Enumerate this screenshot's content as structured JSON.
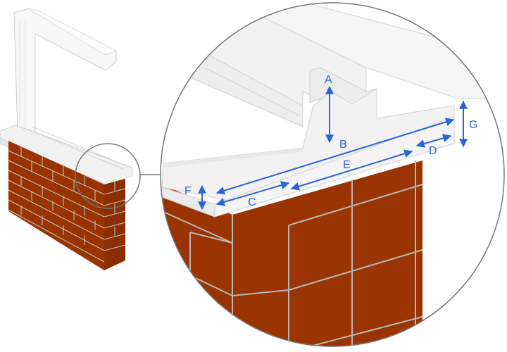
{
  "colors": {
    "brick": "#993300",
    "mortar": "#b7b7b7",
    "sill": "#f2f2f2",
    "sill_edge": "#d9d9d9",
    "frame": "#f7f7f7",
    "outline": "#888888",
    "dimension": "#2b63d9"
  },
  "labels": {
    "A": "A",
    "B": "B",
    "C": "C",
    "D": "D",
    "E": "E",
    "F": "F",
    "G": "G"
  }
}
